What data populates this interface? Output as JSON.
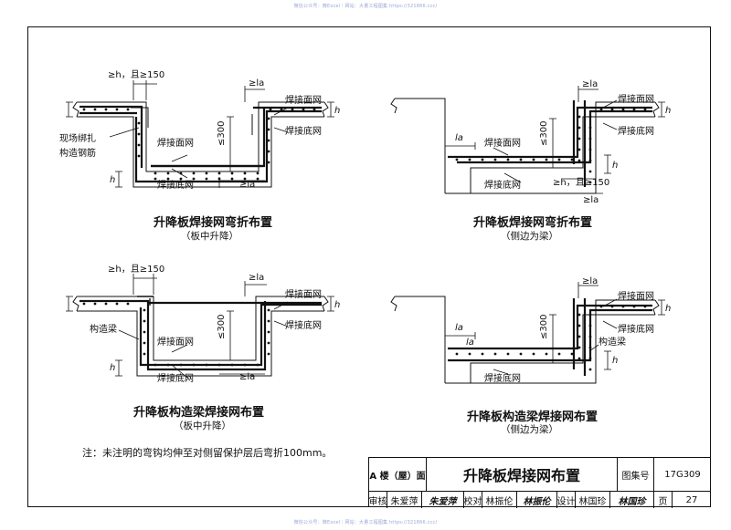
{
  "watermark_top": "微信公众号：微Excel｜网站：大量工程图集 https://321866.ccc/",
  "watermark_bottom": "微信公众号：微Excel｜网站：大量工程图集 https://321866.ccc/",
  "diagram1": {
    "title": "升降板焊接网弯折布置",
    "subtitle": "（板中升降）",
    "dim_top": "≥h，且≥150",
    "label_la_top": "≥la",
    "label_mesh_top_r": "焊接面网",
    "label_mesh_bot_r": "焊接底网",
    "label_h_r": "h",
    "label_site_tie_1": "现场绑扎",
    "label_site_tie_2": "构造钢筋",
    "label_mesh_top_c": "焊接面网",
    "label_le300": "≤300",
    "label_mesh_bot_c": "焊接底网",
    "label_la_bot": "≥la",
    "label_h_l": "h"
  },
  "diagram2": {
    "title": "升降板焊接网弯折布置",
    "subtitle": "（侧边为梁）",
    "label_la_top": "≥la",
    "label_mesh_top": "焊接面网",
    "label_mesh_bot": "焊接底网",
    "label_h": "h",
    "label_la_l": "la",
    "label_mesh_top_c": "焊接面网",
    "label_le300": "≤300",
    "label_mesh_bot_c": "焊接底网",
    "label_h2": "h",
    "dim_bot": "≥h，且≥150",
    "label_la_bot": "≥la"
  },
  "diagram3": {
    "title": "升降板构造梁焊接网布置",
    "subtitle": "（板中升降）",
    "dim_top": "≥h，且≥150",
    "label_la_top": "≥la",
    "label_mesh_top_r": "焊接面网",
    "label_mesh_bot_r": "焊接底网",
    "label_h_r": "h",
    "label_beam": "构造梁",
    "label_mesh_top_c": "焊接面网",
    "label_le300": "≤300",
    "label_mesh_bot_c": "焊接底网",
    "label_la_bot": "≥la",
    "label_h_l": "h"
  },
  "diagram4": {
    "title": "升降板构造梁焊接网布置",
    "subtitle": "（侧边为梁）",
    "label_la_top": "≥la",
    "label_mesh_top": "焊接面网",
    "label_mesh_bot": "焊接底网",
    "label_h": "h",
    "label_la_l": "la",
    "label_la_l2": "la",
    "label_le300": "≤300",
    "label_beam": "构造梁",
    "label_mesh_bot_c": "焊接底网",
    "label_h2": "h"
  },
  "note": "注：未注明的弯钩均伸至对侧留保护层后弯折100mm。",
  "title_block": {
    "section_label": "A 楼（屋）面",
    "drawing_title": "升降板焊接网布置",
    "atlas_label": "图集号",
    "atlas_no": "17G309",
    "review_label": "审核",
    "review_name": "朱爱萍",
    "review_sig": "朱爱萍",
    "check_label": "校对",
    "check_name": "林振伦",
    "check_sig": "林振伦",
    "design_label": "设计",
    "design_name": "林国珍",
    "design_sig": "林国珍",
    "page_label": "页",
    "page_no": "27"
  }
}
